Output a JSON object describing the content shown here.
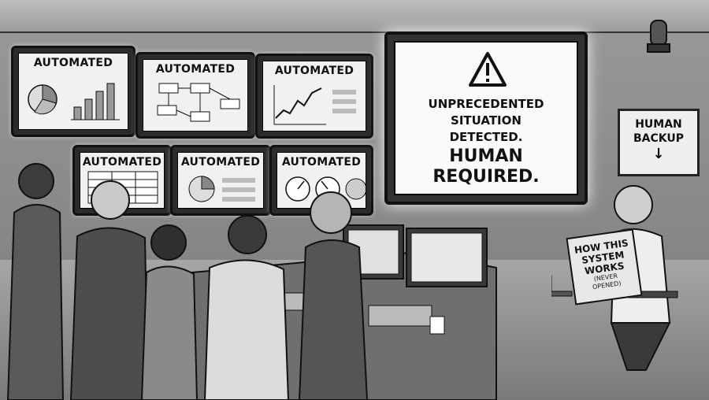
{
  "monitors": {
    "label": "AUTOMATED",
    "count": 6
  },
  "alert": {
    "line1": [
      "UNPRECEDENTED",
      "SITUATION",
      "DETECTED."
    ],
    "line2": [
      "HUMAN",
      "REQUIRED."
    ],
    "icon": "warning-triangle-icon"
  },
  "sign": {
    "text": [
      "HUMAN",
      "BACKUP"
    ],
    "arrow": "↓"
  },
  "book": {
    "title": [
      "HOW THIS",
      "SYSTEM",
      "WORKS"
    ],
    "note": [
      "(NEVER",
      "OPENED)"
    ]
  },
  "colors": {
    "screen_glow": "#ffffff",
    "ink": "#111111",
    "wall": "#8d8d8d"
  }
}
